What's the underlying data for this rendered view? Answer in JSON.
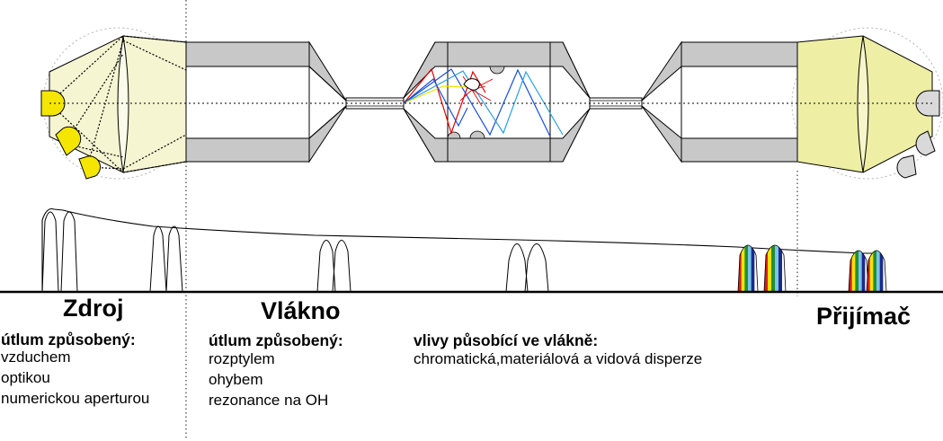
{
  "sections": {
    "source": {
      "title": "Zdroj",
      "heading": "útlum způsobený:",
      "items": [
        "vzduchem",
        "optikou",
        "numerickou aperturou"
      ]
    },
    "fiber": {
      "title": "Vlákno",
      "heading": "útlum způsobený:",
      "items": [
        "rozptylem",
        "ohybem",
        "rezonance na OH"
      ]
    },
    "effects": {
      "heading": "vlivy působící ve vlákně:",
      "items": [
        "chromatická,materiálová a vidová disperze"
      ]
    },
    "receiver": {
      "title": "Přijímač"
    }
  },
  "colors": {
    "lens_fill": "#f5f5d2",
    "receiver_fill": "#eeeea5",
    "connector_gray": "#c8c8c8",
    "source_yellow": "#f5e600",
    "detector_gray": "#d9d9d9",
    "ray_red": "#e00000",
    "ray_blue": "#1a4fd6",
    "ray_cyan": "#2aa0e0",
    "ray_yellow": "#f0e000",
    "spectrum": [
      "#d81e1e",
      "#f4e400",
      "#1f8f3a",
      "#7ec3e8",
      "#1a2a8c",
      "#ffffff"
    ]
  }
}
